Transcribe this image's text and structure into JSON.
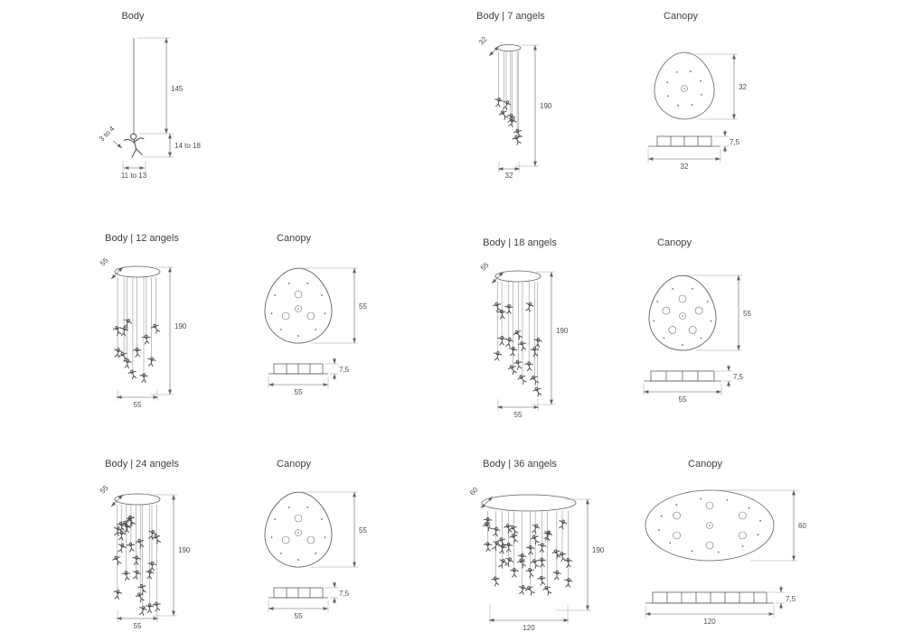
{
  "page": {
    "background": "#ffffff",
    "line_color": "#5f5f5f"
  },
  "panels": [
    {
      "id": "body-single",
      "title": "Body",
      "dims": {
        "height": "145",
        "pendant": "14 to 18",
        "width": "11 to 13",
        "angel_size": "3 to 4"
      }
    },
    {
      "id": "body-7",
      "title": "Body | 7 angels",
      "dims": {
        "diameter": "32",
        "height": "190",
        "width": "32"
      }
    },
    {
      "id": "canopy-7",
      "title": "Canopy",
      "dims": {
        "size": "32",
        "thickness": "7,5",
        "width": "32"
      }
    },
    {
      "id": "body-12",
      "title": "Body | 12 angels",
      "dims": {
        "diameter": "55",
        "height": "190",
        "width": "55"
      }
    },
    {
      "id": "canopy-12",
      "title": "Canopy",
      "dims": {
        "size": "55",
        "thickness": "7,5",
        "width": "55"
      }
    },
    {
      "id": "body-18",
      "title": "Body | 18 angels",
      "dims": {
        "diameter": "55",
        "height": "190",
        "width": "55"
      }
    },
    {
      "id": "canopy-18",
      "title": "Canopy",
      "dims": {
        "size": "55",
        "thickness": "7,5",
        "width": "55"
      }
    },
    {
      "id": "body-24",
      "title": "Body | 24 angels",
      "dims": {
        "diameter": "55",
        "height": "190",
        "width": "55"
      }
    },
    {
      "id": "canopy-24",
      "title": "Canopy",
      "dims": {
        "size": "55",
        "thickness": "7,5",
        "width": "55"
      }
    },
    {
      "id": "body-36",
      "title": "Body | 36 angels",
      "dims": {
        "diameter": "60",
        "height": "190",
        "width": "120"
      }
    },
    {
      "id": "canopy-36",
      "title": "Canopy",
      "dims": {
        "size": "60",
        "thickness": "7,5",
        "width": "120"
      }
    }
  ]
}
